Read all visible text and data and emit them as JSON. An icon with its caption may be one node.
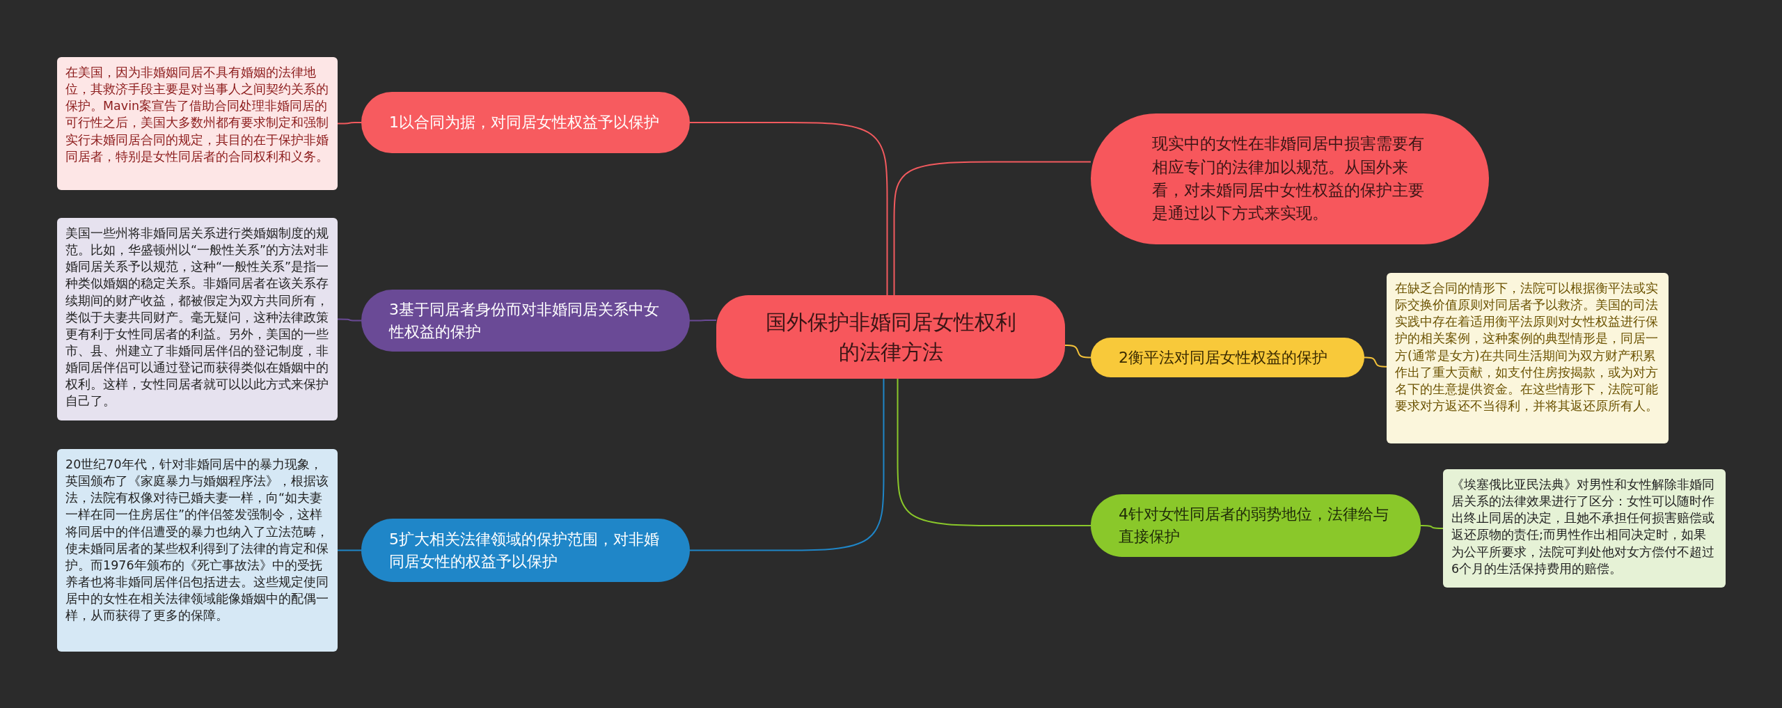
{
  "diagram": {
    "nodes": [
      {
        "text": [
          "国外保护非婚同居女性权利的法律方法"
        ]
      },
      {
        "text": [
          "现实中的女性在非婚同居中损害需要有相应专门的法律加以规范。从国外来看，对未婚同居中女性权益的保护主要是通过以下方式来实现。"
        ]
      },
      {
        "text": [
          "1以合同为据，对同居女性权益予以保护"
        ]
      },
      {
        "text": [
          "在美国，因为非婚姻同居不具有婚姻的法律地位，其救济手段主要是对当事人之间契约关系的保护。Mavin案宣告了借助合同处理非婚同居的可行性之后，美国大多数州都有要求制定和强制实行未婚同居合同的规定，其目的在于保护非婚同居者，特别是女性同居者的合同权利和义务。"
        ]
      },
      {
        "text": [
          "2衡平法对同居女性权益的保护"
        ]
      },
      {
        "text": [
          "在缺乏合同的情形下，法院可以根据衡平法或实际交换价值原则对同居者予以救济。美国的司法实践中存在着适用衡平法原则对女性权益进行保护的相关案例，这种案例的典型情形是，同居一方(通常是女方)在共同生活期间为双方财产积累作出了重大贡献，如支付住房按揭款，或为对方名下的生意提供资金。在这些情形下，法院可能要求对方返还不当得利，并将其返还原所有人。"
        ]
      },
      {
        "text": [
          "3基于同居者身份而对非婚同居关系中女性权益的保护"
        ]
      },
      {
        "text": [
          "美国一些州将非婚同居关系进行类婚姻制度的规范。比如，华盛顿州以“一般性关系”的方法对非婚同居关系予以规范，这种“一般性关系”是指一种类似婚姻的稳定关系。非婚同居者在该关系存续期间的财产收益，都被假定为双方共同所有，类似于夫妻共同财产。毫无疑问，这种法律政策更有利于女性同居者的利益。另外，美国的一些市、县、州建立了非婚同居伴侣的登记制度，非婚同居伴侣可以通过登记而获得类似在婚姻中的权利。这样，女性同居者就可以以此方式来保护自己了。"
        ]
      },
      {
        "text": [
          "4针对女性同居者的弱势地位，法律给与直接保护"
        ]
      },
      {
        "text": [
          "《埃塞俄比亚民法典》对男性和女性解除非婚同居关系的法律效果进行了区分：女性可以随时作出终止同居的决定，且她不承担任何损害赔偿或返还原物的责任;而男性作出相同决定时，如果为公平所要求，法院可判处他对女方偿付不超过6个月的生活保持费用的赔偿。"
        ]
      },
      {
        "text": [
          "5扩大相关法律领域的保护范围，对非婚同居女性的权益予以保护"
        ]
      },
      {
        "text": [
          "20世纪70年代，针对非婚同居中的暴力现象，英国颁布了《家庭暴力与婚姻程序法》，根据该法，法院有权像对待已婚夫妻一样，向“如夫妻一样在同一住房居住”的伴侣签发强制令，这样将同居中的伴侣遭受的暴力也纳入了立法范畴，使未婚同居者的某些权利得到了法律的肯定和保护。而1976年颁布的《死亡事故法》中的受抚养者也将非婚同居伴侣包括进去。这些规定使同居中的女性在相关法律领域能像婚姻中的配偶一样，从而获得了更多的保障。"
        ]
      }
    ],
    "edges": [
      {
        "from": 0,
        "to": 1,
        "arrow": "none",
        "color": "#f25a5e"
      },
      {
        "from": 0,
        "to": 2,
        "arrow": "none",
        "color": "#f25a5e"
      },
      {
        "from": 2,
        "to": 3,
        "arrow": "none",
        "color": "#f25a5e"
      },
      {
        "from": 0,
        "to": 4,
        "arrow": "none",
        "color": "#f5c33a"
      },
      {
        "from": 4,
        "to": 5,
        "arrow": "none",
        "color": "#f5c33a"
      },
      {
        "from": 0,
        "to": 6,
        "arrow": "none",
        "color": "#6a4a96"
      },
      {
        "from": 6,
        "to": 7,
        "arrow": "none",
        "color": "#6a4a96"
      },
      {
        "from": 0,
        "to": 8,
        "arrow": "none",
        "color": "#8ac82a"
      },
      {
        "from": 8,
        "to": 9,
        "arrow": "none",
        "color": "#8ac82a"
      },
      {
        "from": 0,
        "to": 10,
        "arrow": "none",
        "color": "#1f86c8"
      },
      {
        "from": 10,
        "to": 11,
        "arrow": "none",
        "color": "#1f86c8"
      }
    ]
  }
}
